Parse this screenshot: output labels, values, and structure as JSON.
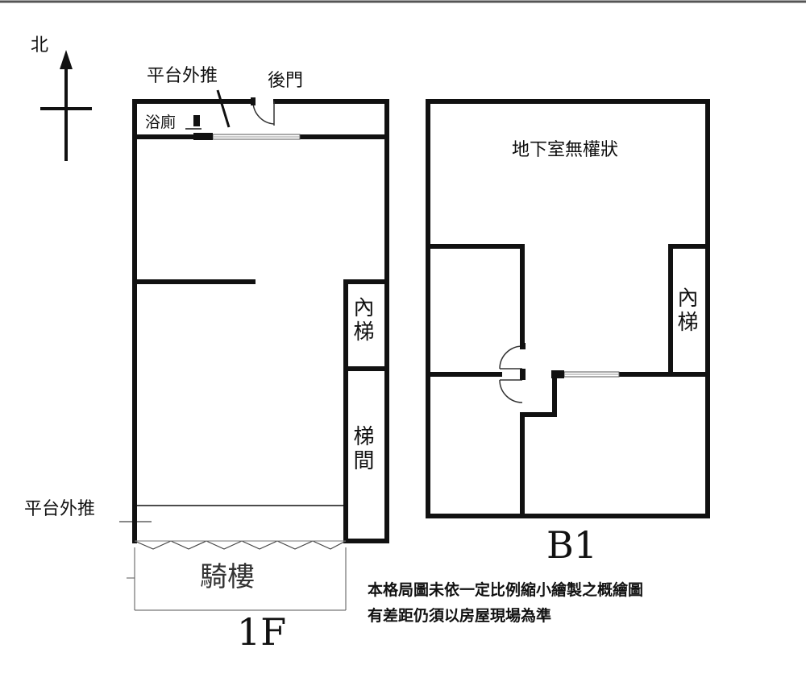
{
  "compass": {
    "north_label": "北"
  },
  "floor_1f": {
    "title": "1F",
    "platform_push_top": "平台外推",
    "back_door": "後門",
    "bathroom": "浴廁",
    "inner_stair": "內梯",
    "stairwell": "梯間",
    "platform_push_bottom": "平台外推",
    "arcade": "騎樓"
  },
  "floor_b1": {
    "title": "B1",
    "basement_note": "地下室無權狀",
    "inner_stair": "內梯"
  },
  "disclaimer": {
    "line1": "本格局圖未依一定比例縮小繪製之概繪圖",
    "line2": "有差距仍須以房屋現場為準"
  }
}
